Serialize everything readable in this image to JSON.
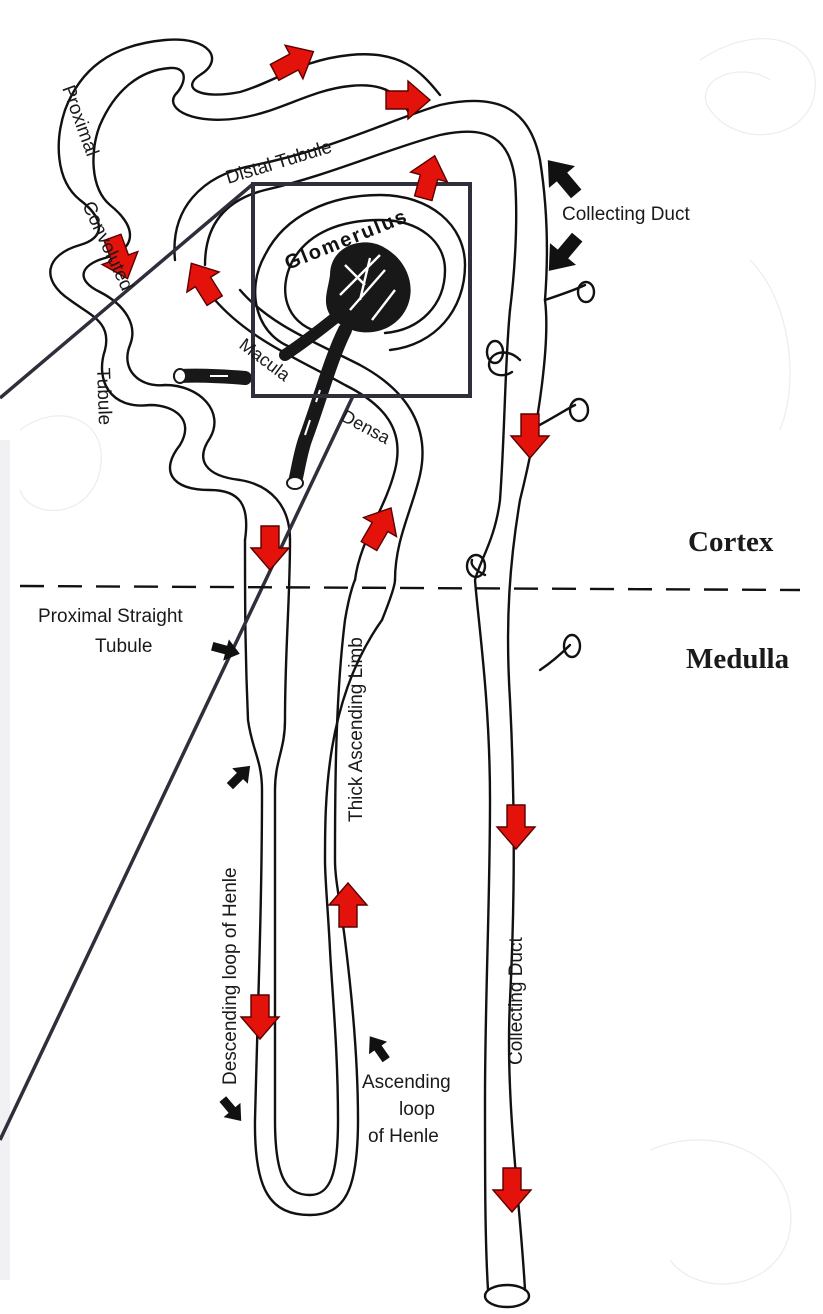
{
  "labels": {
    "proximal": "Proximal",
    "convoluted": "Convoluted",
    "tubule": "Tubule",
    "distal_tubule": "Distal Tubule",
    "glomerulus": "Glomerulus",
    "collecting_duct_top": "Collecting Duct",
    "macula": "Macula",
    "densa": "Densa",
    "cortex": "Cortex",
    "medulla": "Medulla",
    "proximal_straight": "Proximal Straight",
    "proximal_straight_tubule": "Tubule",
    "thick_ascending_limb": "Thick Ascending Limb",
    "descending_loop": "Descending loop of Henle",
    "collecting_duct_vertical": "Collecting Duct",
    "ascending_loop_1": "Ascending",
    "ascending_loop_2": "loop",
    "ascending_loop_3": "of Henle"
  },
  "colors": {
    "flow_arrow": "#e3120b",
    "ink": "#111111",
    "highlight_box": "#2e2f3a"
  },
  "icons": {
    "flow_arrow": "red-flow-arrow-icon",
    "direction_arrow": "black-direction-arrow-icon"
  }
}
